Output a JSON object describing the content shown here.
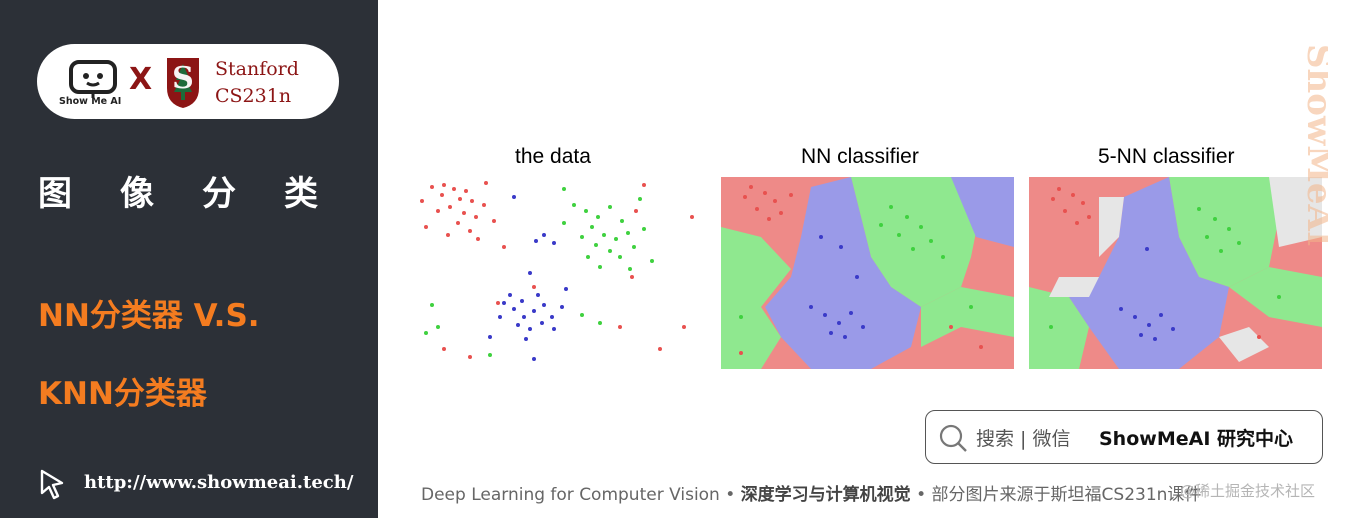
{
  "brand": {
    "showmeai_label": "Show Me AI",
    "times": "X",
    "stanford_line1": "Stanford",
    "stanford_line2": "CS231n"
  },
  "sidebar": {
    "category": "图像分类",
    "topic_line1": "NN分类器 V.S.",
    "topic_line2": "KNN分类器",
    "url": "http://www.showmeai.tech/",
    "cursor_icon": "cursor-click-icon"
  },
  "figure": {
    "titles": [
      "the data",
      "NN classifier",
      "5-NN classifier"
    ],
    "colors": {
      "red": "#e8514f",
      "green": "#3fd13f",
      "blue": "#3a3ac8",
      "red_region": "#ee8a88",
      "green_region": "#8fe88f",
      "blue_region": "#9a9ae8",
      "tie_region": "#e6e6e6"
    }
  },
  "watermark": "ShowMeAI",
  "search": {
    "icon": "search-icon",
    "placeholder": "搜索 | 微信",
    "brand": "ShowMeAI 研究中心"
  },
  "footer": {
    "part1": "Deep Learning for Computer Vision",
    "sep": " • ",
    "part2": "深度学习与计算机视觉",
    "part3": "部分图片来源于斯坦福CS231n课件",
    "credit": "@稀土掘金技术社区"
  }
}
